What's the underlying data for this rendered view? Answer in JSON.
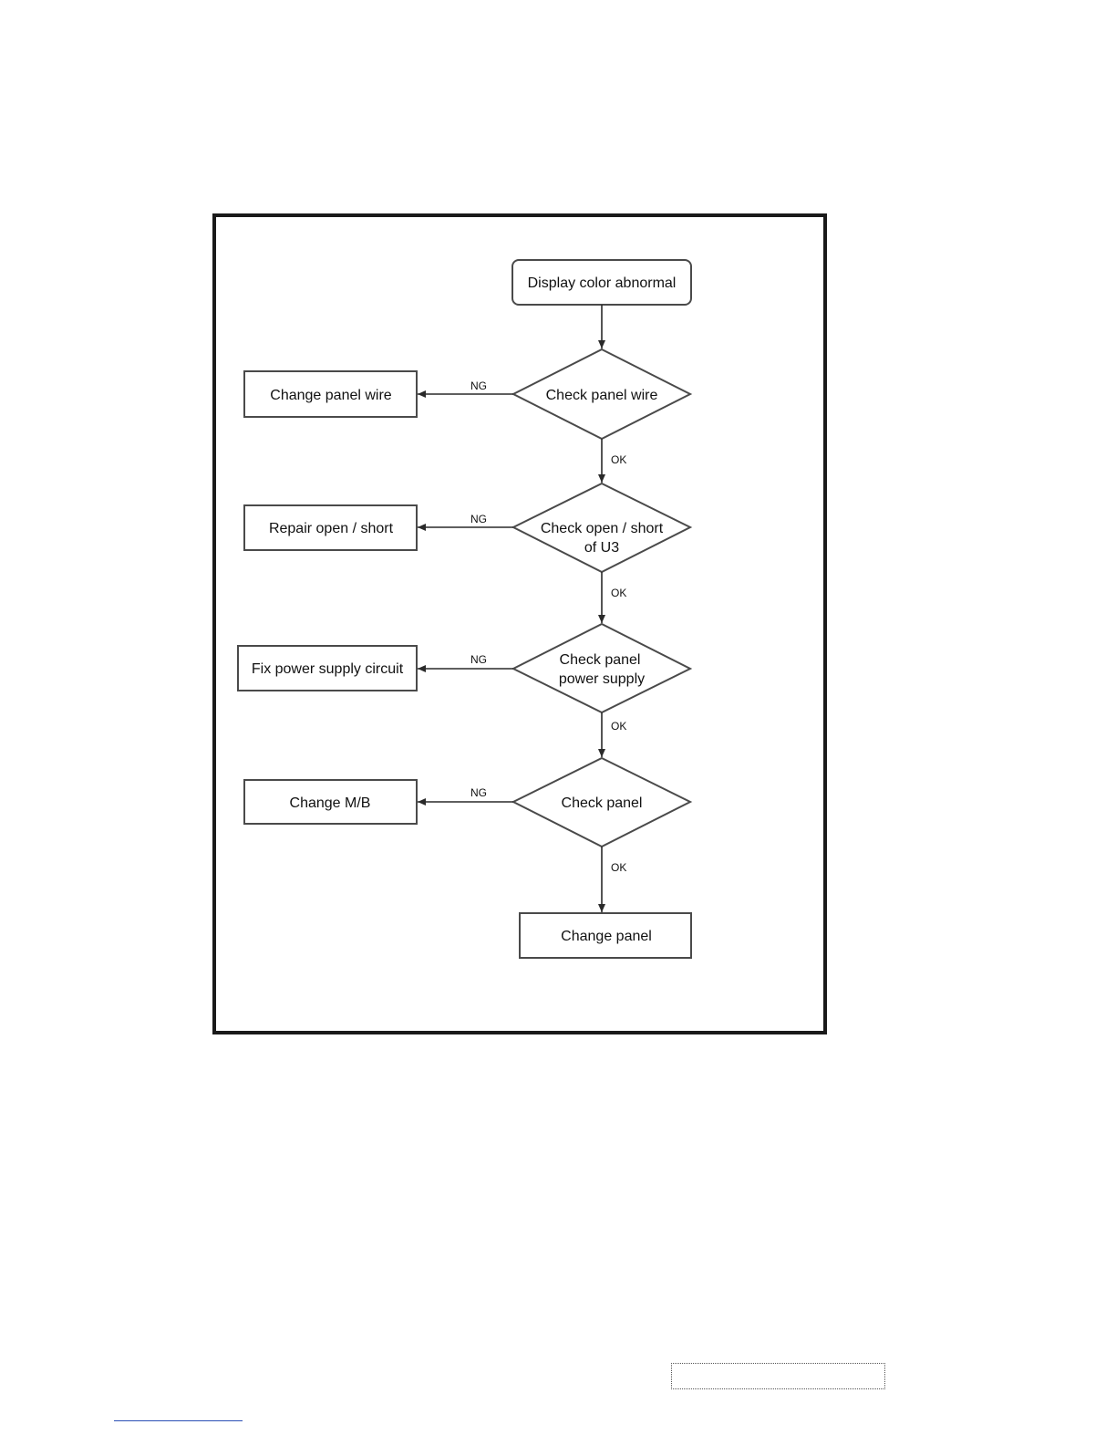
{
  "nodes": {
    "start": "Display color abnormal",
    "check_wire": "Check panel wire",
    "change_wire": "Change panel wire",
    "check_short": [
      "Check open / short",
      "of U3"
    ],
    "repair_short": "Repair open / short",
    "check_power": [
      "Check panel",
      "power supply"
    ],
    "fix_power": "Fix power supply circuit",
    "check_panel": "Check panel",
    "change_mb": "Change M/B",
    "change_panel": "Change panel"
  },
  "edges": {
    "ok": "OK",
    "ng": "NG"
  }
}
